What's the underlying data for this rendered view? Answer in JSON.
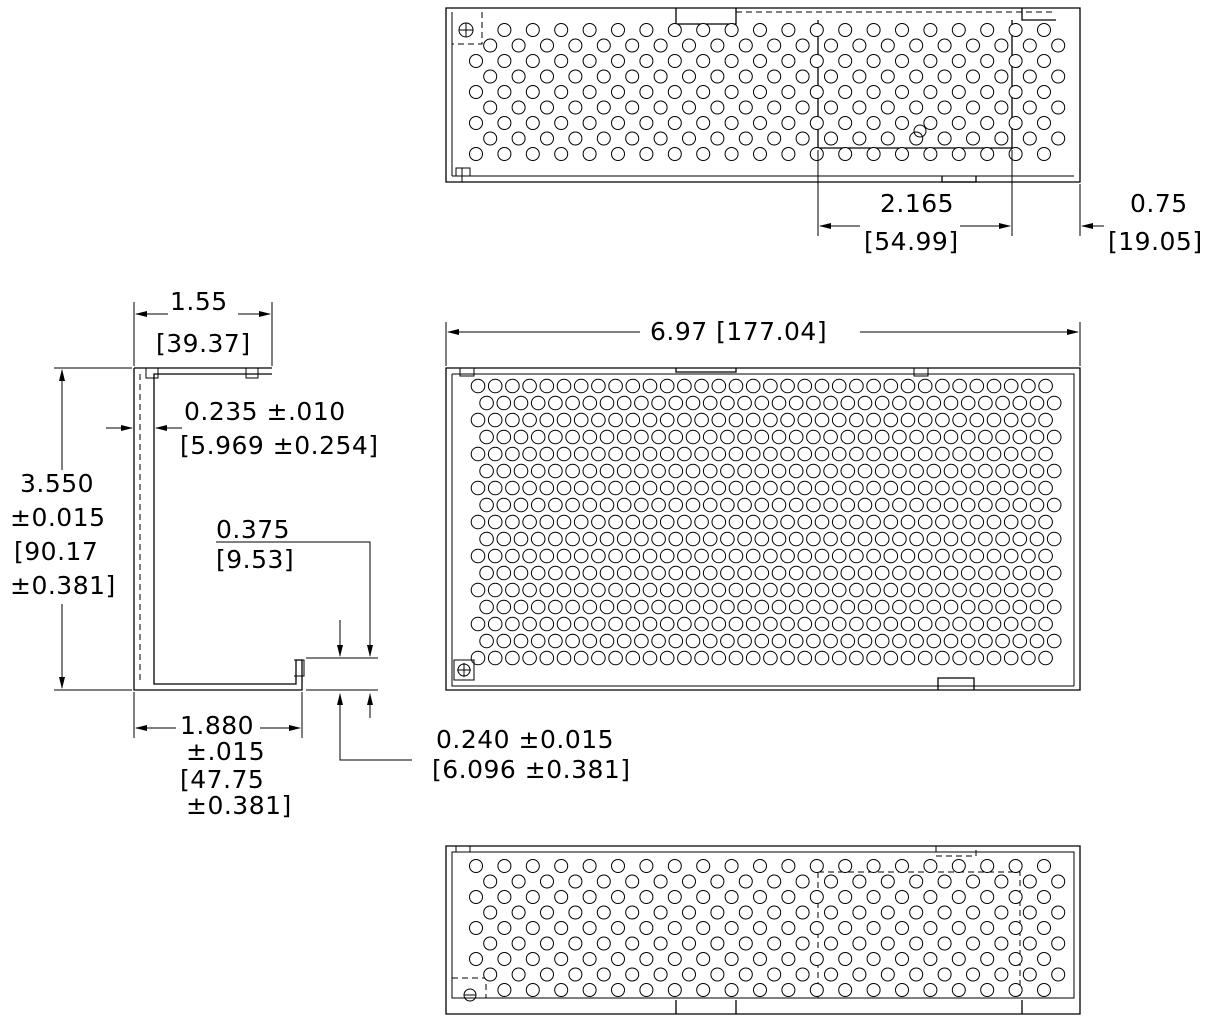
{
  "dimensions": {
    "cutout_width": {
      "value": "2.165",
      "metric": "[54.99]"
    },
    "side_offset": {
      "value": "0.75",
      "metric": "[19.05]"
    },
    "overall_length": {
      "text": "6.97 [177.04]"
    },
    "flange_width": {
      "value": "1.55",
      "metric": "[39.37]"
    },
    "flange_thickness": {
      "value": "0.235 ±.010",
      "metric": "[5.969  ±0.254]"
    },
    "height": {
      "line1": "3.550",
      "line2": "±0.015",
      "line3": "[90.17",
      "line4": "±0.381]"
    },
    "lip_height": {
      "value": "0.375",
      "metric": "[9.53]"
    },
    "base_width": {
      "line1": "1.880",
      "line2": "±.015",
      "line3": "[47.75",
      "line4": "±0.381]"
    },
    "lip_offset": {
      "value": "0.240  ±0.015",
      "metric": "[6.096  ±0.381]"
    }
  }
}
